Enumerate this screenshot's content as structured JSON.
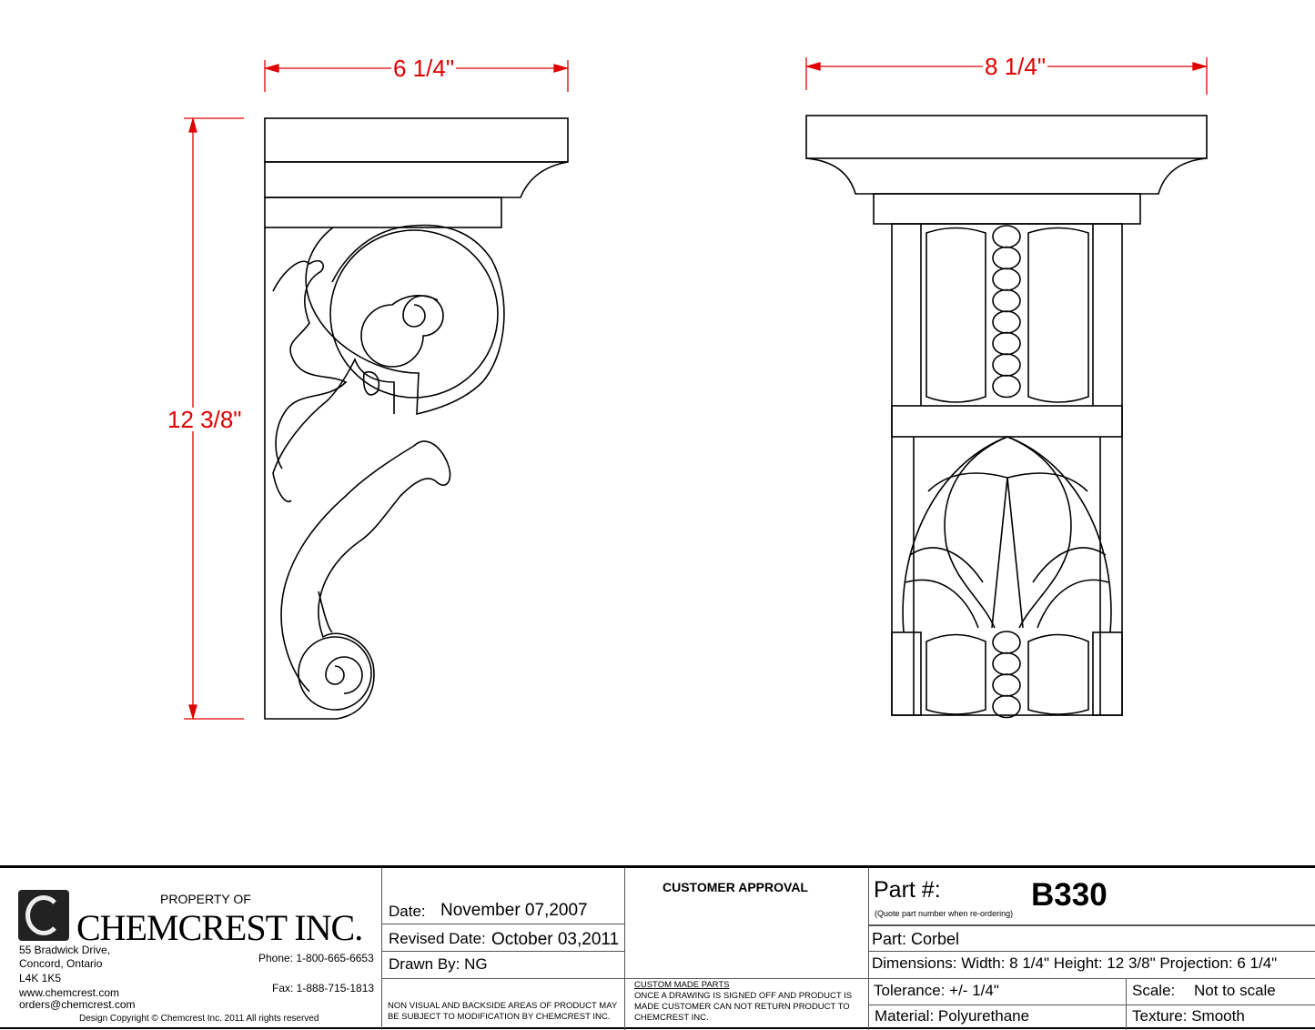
{
  "dimensions": {
    "side_width": "6 1/4\"",
    "front_width": "8 1/4\"",
    "height": "12 3/8\""
  },
  "colors": {
    "dimension": "#e00000",
    "linework": "#000000"
  },
  "company": {
    "property_of": "PROPERTY OF",
    "name": "CHEMCREST INC.",
    "address_line1": "55 Bradwick Drive,",
    "address_line2": "Concord, Ontario",
    "postal_code": "L4K 1K5",
    "website": "www.chemcrest.com",
    "email": "orders@chemcrest.com",
    "phone": "Phone: 1-800-665-6653",
    "fax": "Fax: 1-888-715-1813",
    "copyright": "Design Copyright © Chemcrest Inc. 2011 All rights reserved"
  },
  "dates": {
    "date_label": "Date:",
    "date_value": "November 07,2007",
    "revised_label": "Revised Date:",
    "revised_value": "October 03,2011",
    "drawn_by": "Drawn By: NG",
    "non_visual_note_1": "NON VISUAL AND BACKSIDE AREAS OF PRODUCT MAY",
    "non_visual_note_2": "BE SUBJECT TO MODIFICATION BY CHEMCREST INC."
  },
  "approval": {
    "title": "CUSTOMER APPROVAL",
    "custom_heading": "CUSTOM MADE PARTS",
    "custom_line1": "ONCE A DRAWING IS SIGNED OFF AND PRODUCT IS",
    "custom_line2": "MADE CUSTOMER CAN NOT RETURN PRODUCT TO",
    "custom_line3": "CHEMCREST INC."
  },
  "part": {
    "label": "Part #:",
    "number": "B330",
    "quote_note": "(Quote part number when re-ordering)",
    "part_name": "Part: Corbel",
    "dimensions": "Dimensions: Width: 8 1/4\" Height: 12 3/8\" Projection: 6 1/4\"",
    "tolerance": "Tolerance: +/- 1/4\"",
    "scale_label": "Scale:",
    "scale_value": "Not to scale",
    "material": "Material: Polyurethane",
    "texture": "Texture: Smooth"
  }
}
